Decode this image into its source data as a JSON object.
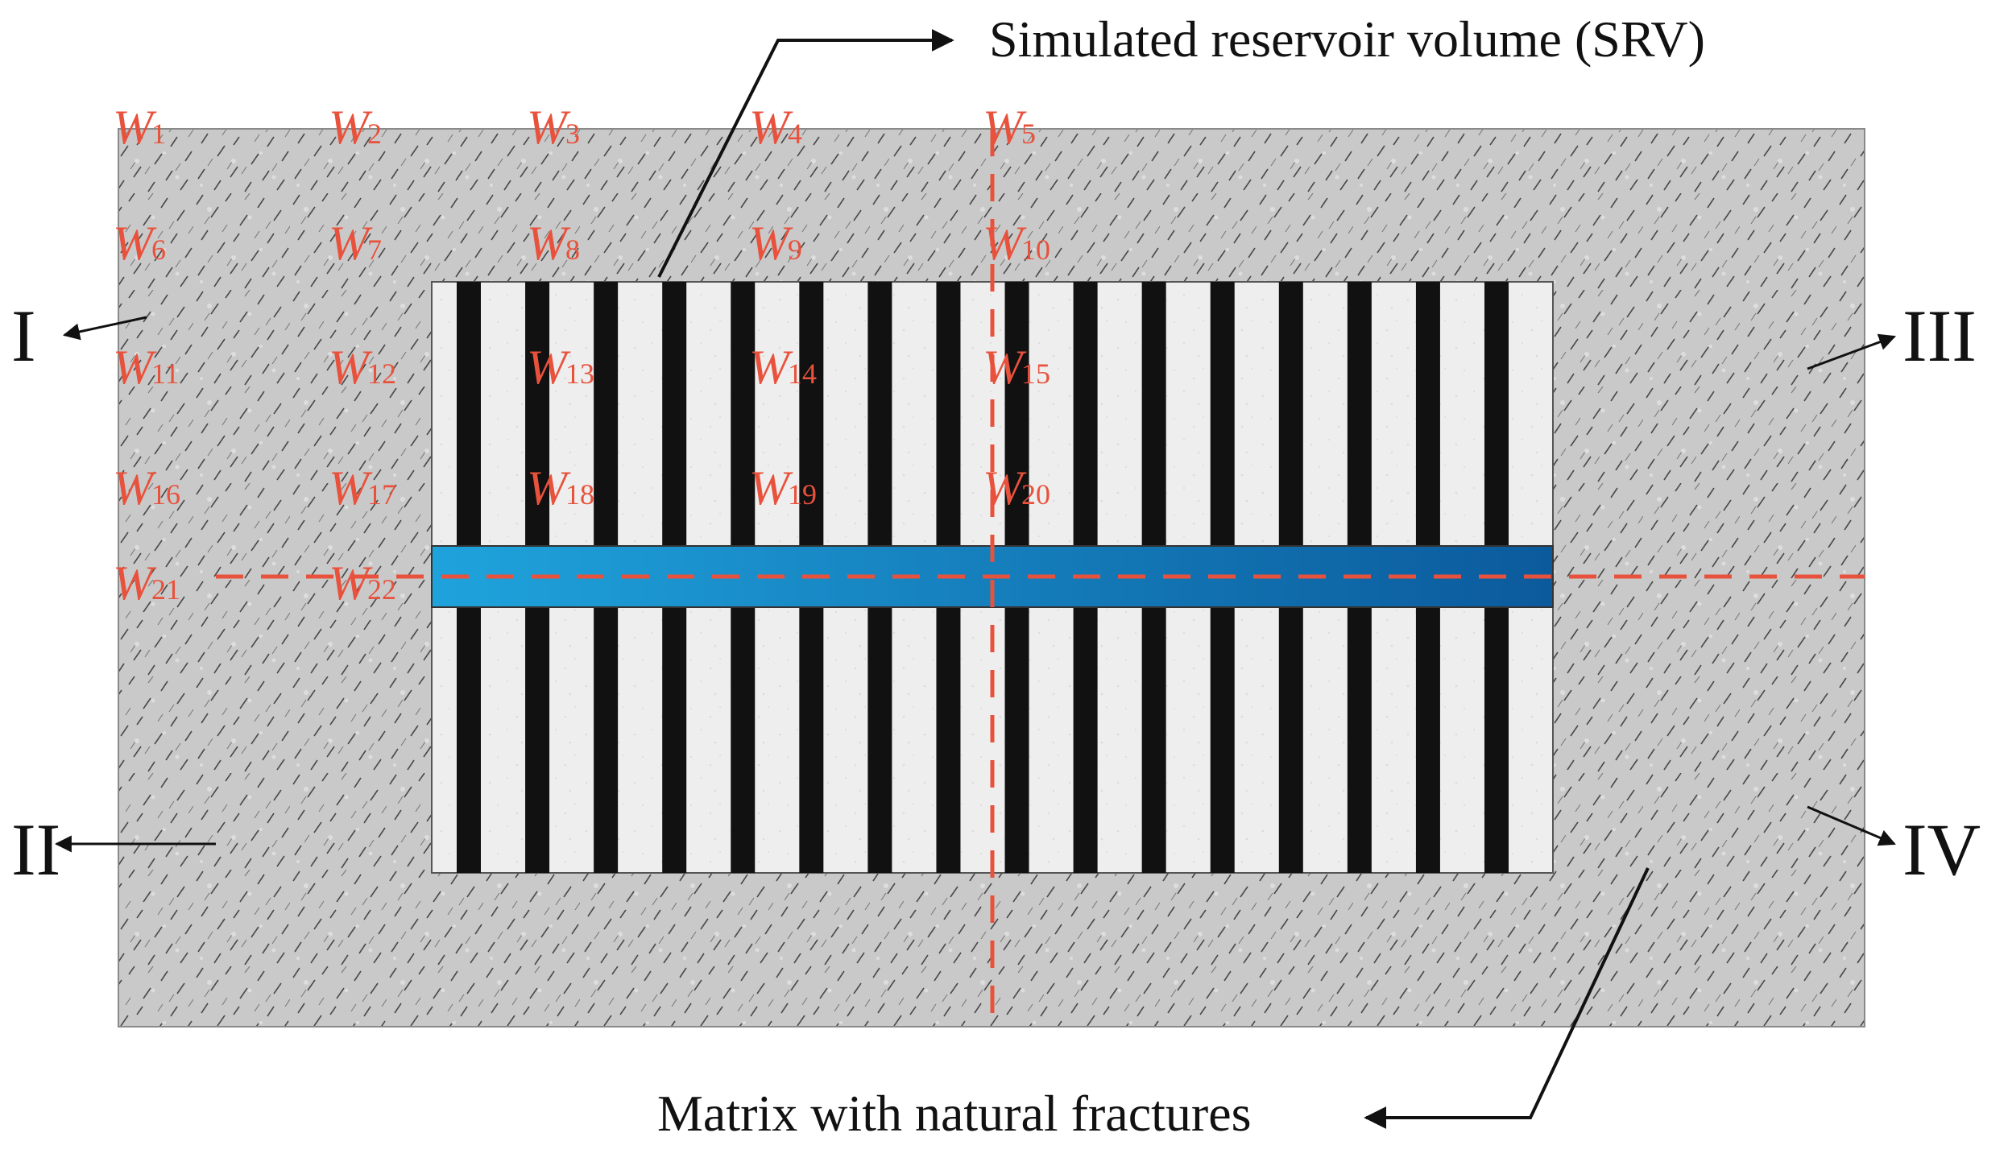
{
  "callouts": {
    "srv": "Simulated reservoir volume (SRV)",
    "matrix": "Matrix with natural fractures"
  },
  "regions": {
    "region_1": "I",
    "region_2": "II",
    "region_3": "III",
    "region_4": "IV"
  },
  "well_labels": [
    {
      "letter": "W",
      "sub": "1"
    },
    {
      "letter": "W",
      "sub": "2"
    },
    {
      "letter": "W",
      "sub": "3"
    },
    {
      "letter": "W",
      "sub": "4"
    },
    {
      "letter": "W",
      "sub": "5"
    },
    {
      "letter": "W",
      "sub": "6"
    },
    {
      "letter": "W",
      "sub": "7"
    },
    {
      "letter": "W",
      "sub": "8"
    },
    {
      "letter": "W",
      "sub": "9"
    },
    {
      "letter": "W",
      "sub": "10"
    },
    {
      "letter": "W",
      "sub": "11"
    },
    {
      "letter": "W",
      "sub": "12"
    },
    {
      "letter": "W",
      "sub": "13"
    },
    {
      "letter": "W",
      "sub": "14"
    },
    {
      "letter": "W",
      "sub": "15"
    },
    {
      "letter": "W",
      "sub": "16"
    },
    {
      "letter": "W",
      "sub": "17"
    },
    {
      "letter": "W",
      "sub": "18"
    },
    {
      "letter": "W",
      "sub": "19"
    },
    {
      "letter": "W",
      "sub": "20"
    },
    {
      "letter": "W",
      "sub": "21"
    },
    {
      "letter": "W",
      "sub": "22"
    }
  ],
  "colors": {
    "fracture": "#111111",
    "srv_background": "#eeeeee",
    "wellbore_start": "#1fa3dc",
    "wellbore_end": "#0b5a9c",
    "symmetry_line": "#e8523c",
    "label": "#e8523c",
    "matrix": "#bdbdbd"
  },
  "hydraulic_fracture_count": 16
}
